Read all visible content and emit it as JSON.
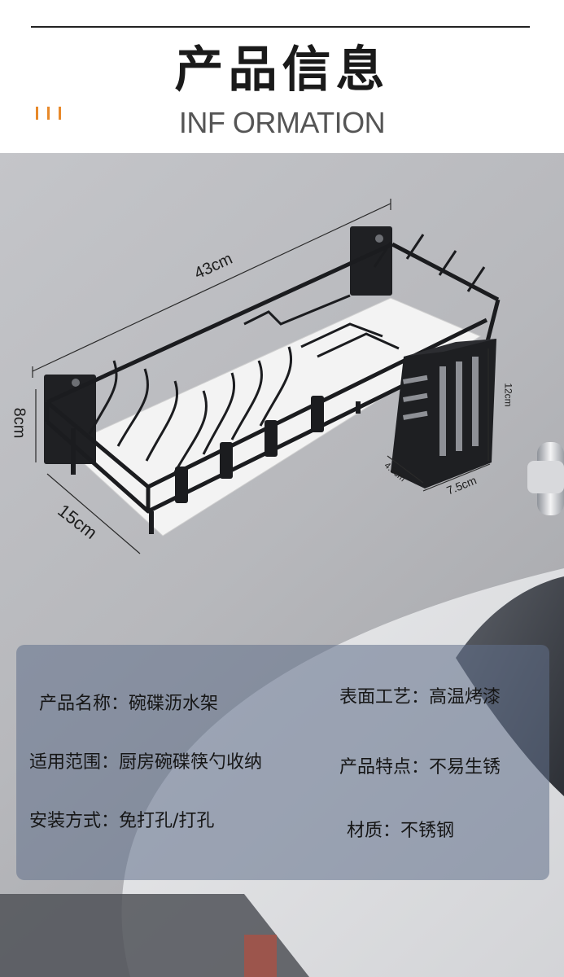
{
  "header": {
    "title_cn": "产品信息",
    "title_en": "INF ORMATION",
    "accent_color": "#e8892a"
  },
  "dimensions": {
    "length": "43cm",
    "height": "8cm",
    "depth": "15cm",
    "holder_height": "12cm",
    "holder_depth": "4.5cm",
    "holder_width": "7.5cm"
  },
  "info": {
    "name": "产品名称：碗碟沥水架",
    "surface": "表面工艺：高温烤漆",
    "scope": "适用范围：厨房碗碟筷勺收纳",
    "feature": "产品特点：不易生锈",
    "install": "安装方式：免打孔/打孔",
    "material": "材质：不锈钢"
  }
}
